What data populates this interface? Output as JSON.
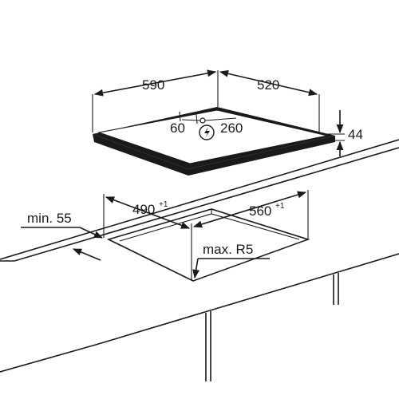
{
  "dimensions": {
    "hob_width": "590",
    "hob_depth": "520",
    "cable_left": "60",
    "cable_right": "260",
    "hob_height": "44",
    "cutout_width": "490",
    "cutout_width_tol": "+1",
    "cutout_depth": "560",
    "cutout_depth_tol": "+1",
    "min_front_distance": "min. 55",
    "max_radius": "max. R5"
  },
  "icons": {
    "cable_entry": "power-connection-icon"
  },
  "colors": {
    "line": "#1a1a1a",
    "hob_top": "#ffffff",
    "hob_frame": "#1a1a1a"
  }
}
